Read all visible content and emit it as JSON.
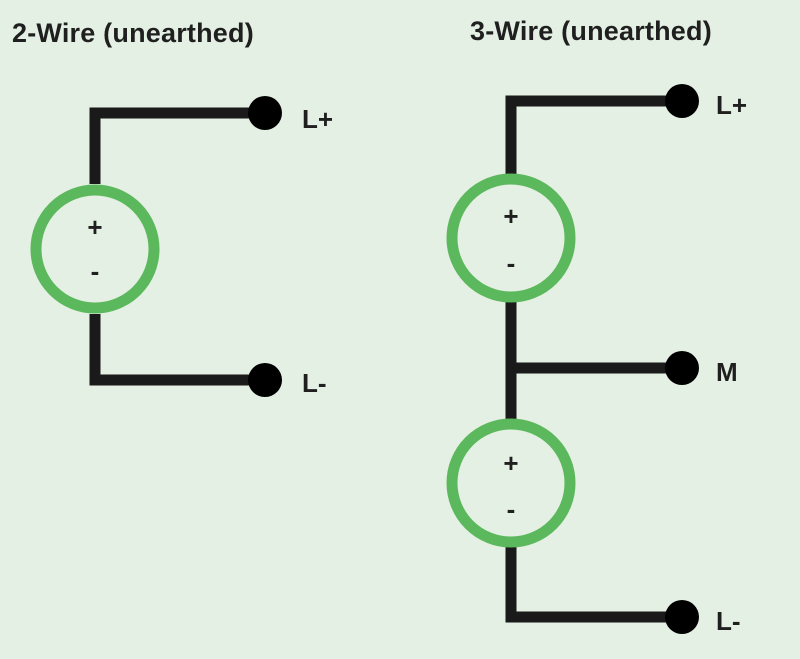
{
  "diagram": {
    "left": {
      "title": "2-Wire (unearthed)",
      "source": {
        "plus": "+",
        "minus": "-"
      },
      "terminals": {
        "top": "L+",
        "bottom": "L-"
      }
    },
    "right": {
      "title": "3-Wire (unearthed)",
      "source_upper": {
        "plus": "+",
        "minus": "-"
      },
      "source_lower": {
        "plus": "+",
        "minus": "-"
      },
      "terminals": {
        "top": "L+",
        "middle": "M",
        "bottom": "L-"
      }
    },
    "colors": {
      "background": "#e4f0e3",
      "wire": "#1a1a1a",
      "source_ring": "#5cb85c",
      "terminal": "#000000"
    }
  }
}
